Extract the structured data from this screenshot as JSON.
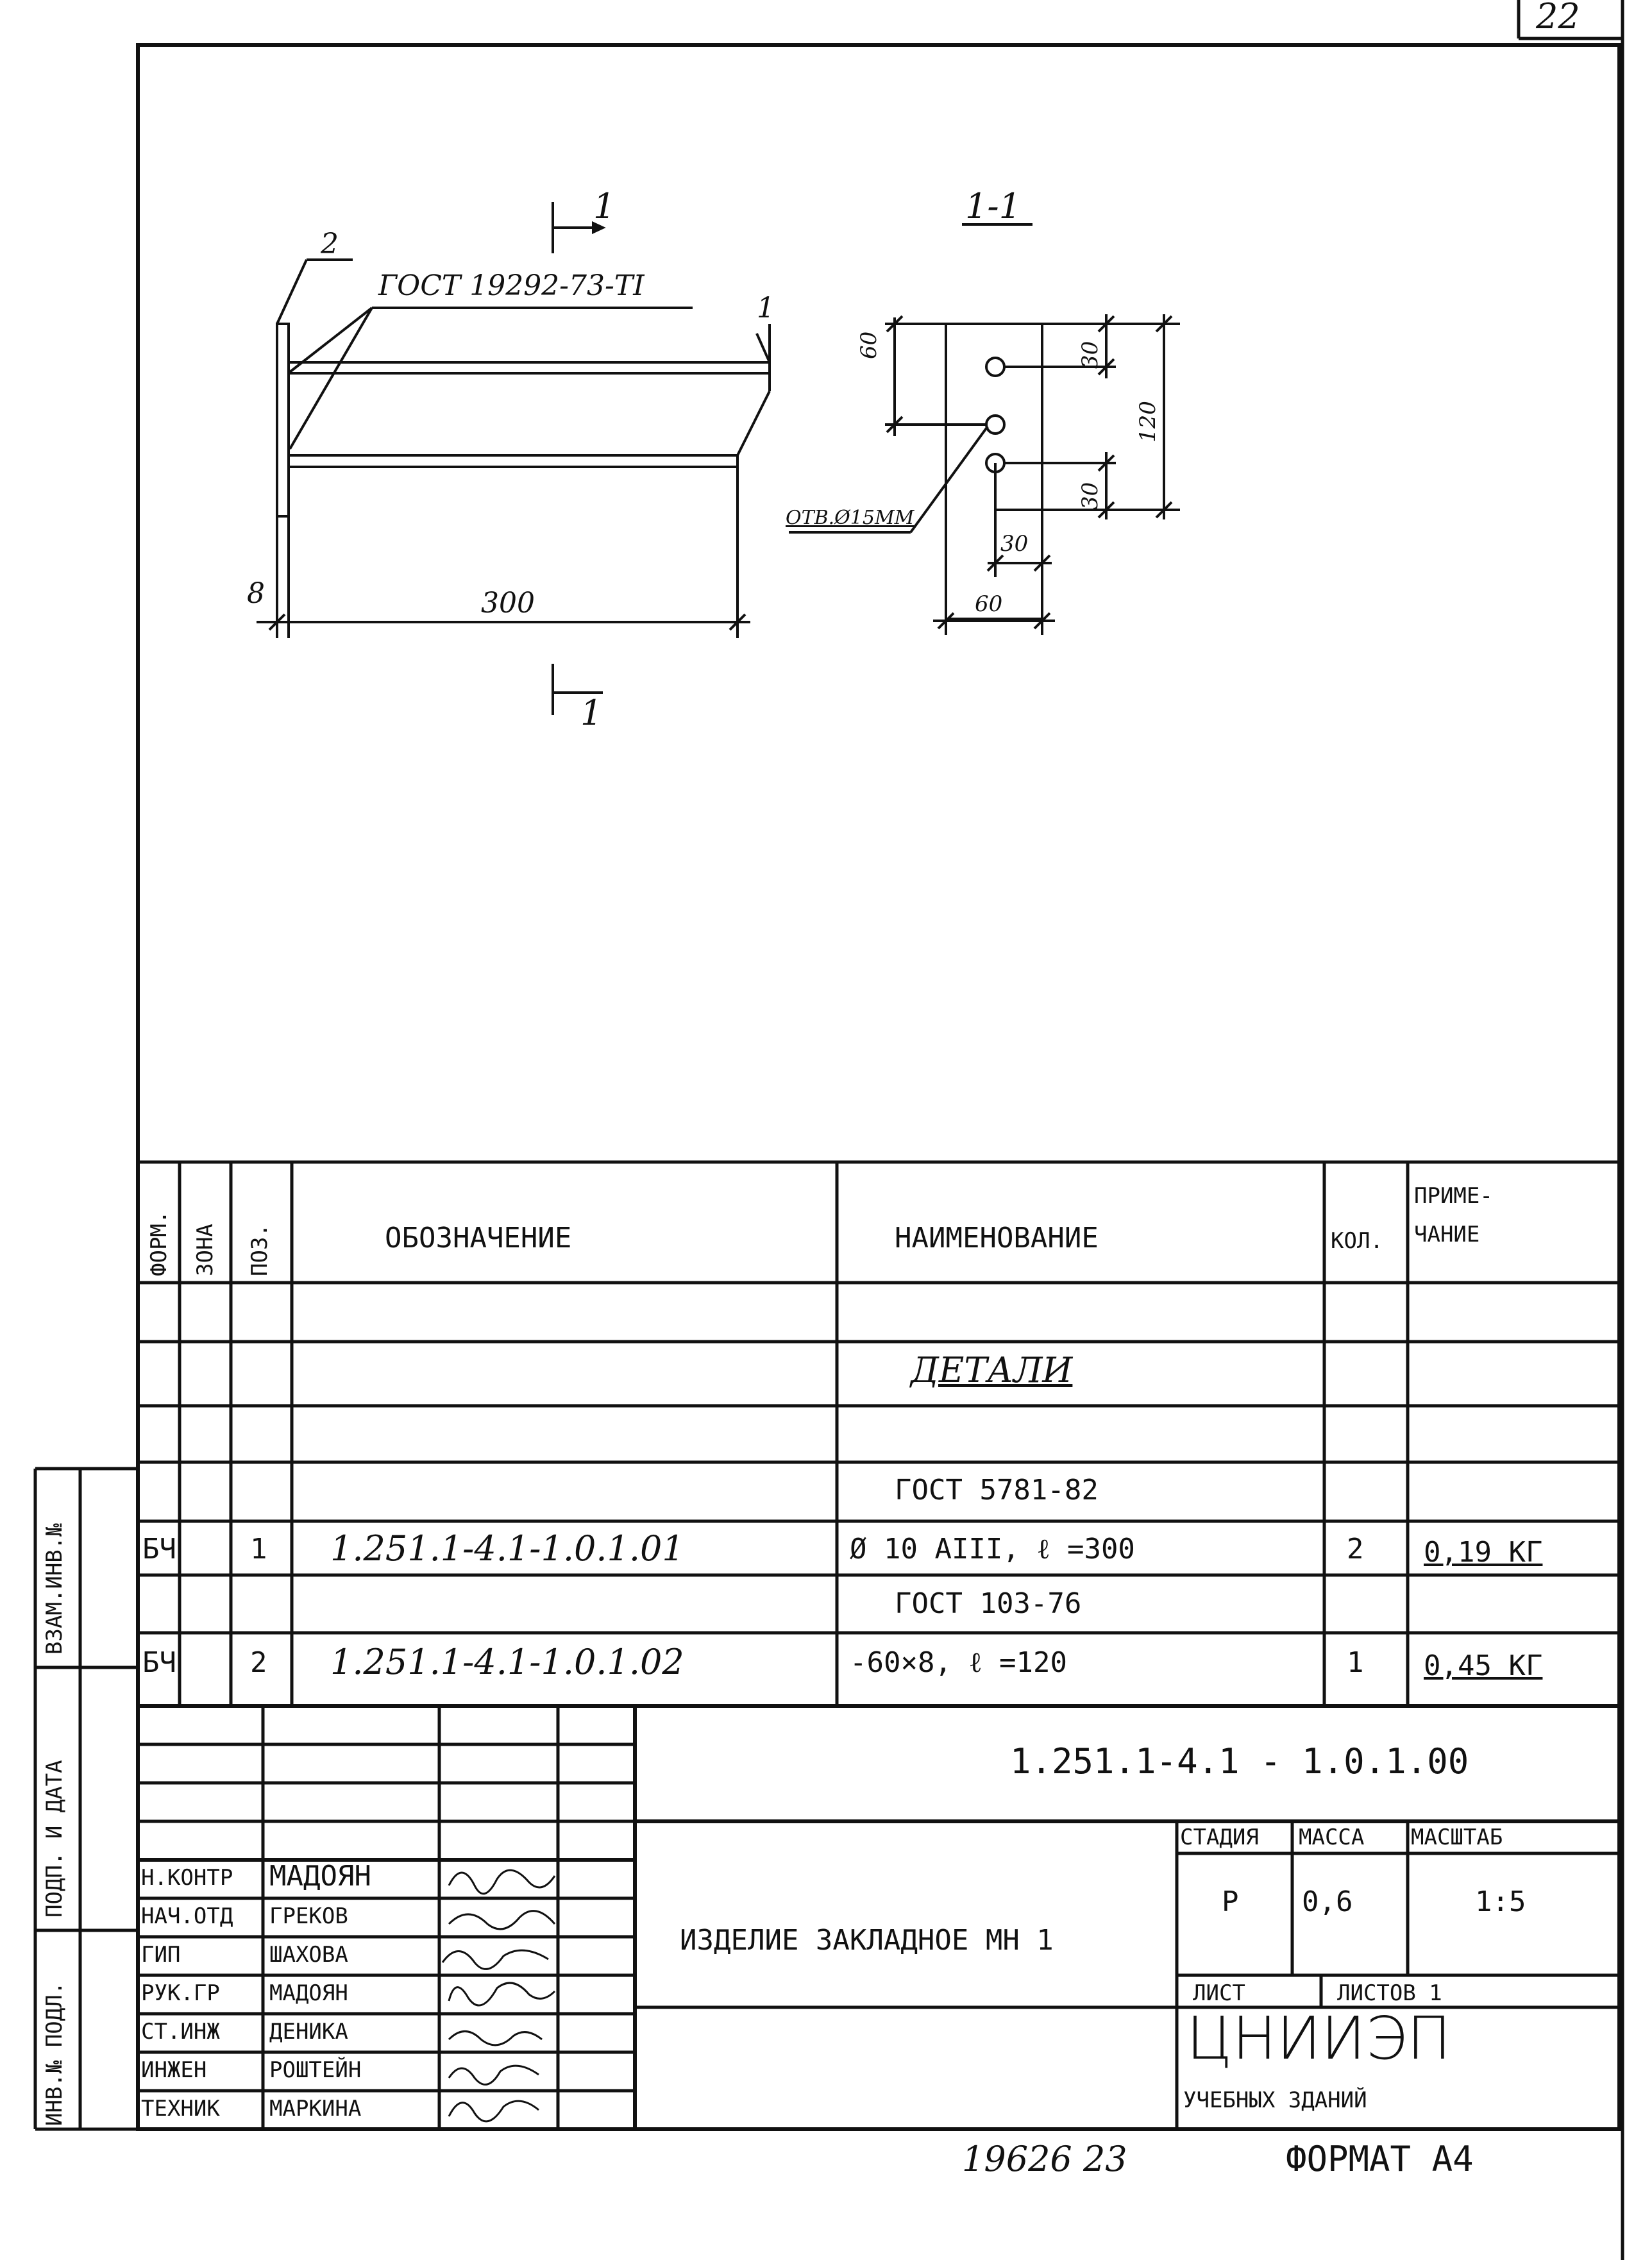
{
  "sheet": {
    "page_number": "22",
    "bottom_number": "19626 23",
    "format": "ФОРМАТ А4"
  },
  "drawing": {
    "section_mark": "1",
    "section_title": "1-1",
    "pos_label": "2",
    "gost_callout": "ГОСТ 19292-73-ТI",
    "dim_thickness": "8",
    "dim_length": "300",
    "dim_60_left": "60",
    "dim_30_top": "30",
    "dim_120": "120",
    "dim_30_bottom": "30",
    "dim_30_small": "30",
    "dim_60_bottom": "60",
    "hole_note": "ОТВ.Ø15ММ",
    "weld_mark": "1"
  },
  "spec": {
    "headers": {
      "form": "ФОРМ.",
      "zone": "ЗОНА",
      "pos": "ПОЗ.",
      "designation": "ОБОЗНАЧЕНИЕ",
      "name": "НАИМЕНОВАНИЕ",
      "qty": "КОЛ.",
      "note_1": "ПРИМЕ-",
      "note_2": "ЧАНИЕ"
    },
    "section_title": "ДЕТАЛИ",
    "rows": [
      {
        "form": "",
        "pos": "",
        "designation": "",
        "name": "ГОСТ 5781-82",
        "qty": "",
        "note": ""
      },
      {
        "form": "БЧ",
        "pos": "1",
        "designation": "1.251.1-4.1-1.0.1.01",
        "name": "Ø 10 АIII, ℓ =300",
        "qty": "2",
        "note": "0,19 КГ"
      },
      {
        "form": "",
        "pos": "",
        "designation": "",
        "name": "ГОСТ 103-76",
        "qty": "",
        "note": ""
      },
      {
        "form": "БЧ",
        "pos": "2",
        "designation": "1.251.1-4.1-1.0.1.02",
        "name": "-60×8, ℓ =120",
        "qty": "1",
        "note": "0,45 КГ"
      }
    ]
  },
  "title_block": {
    "doc_code": "1.251.1-4.1 - 1.0.1.00",
    "product_name": "ИЗДЕЛИЕ ЗАКЛАДНОЕ МН 1",
    "stage_label": "СТАДИЯ",
    "mass_label": "МАССА",
    "scale_label": "МАСШТАБ",
    "stage_value": "Р",
    "mass_value": "0,6",
    "scale_value": "1:5",
    "sheet_label": "ЛИСТ",
    "sheets_label": "ЛИСТОВ 1",
    "org_main": "ЦНИИЭП",
    "org_sub": "УЧЕБНЫХ ЗДАНИЙ",
    "signatures": [
      {
        "role": "Н.КОНТР",
        "name": "МАДОЯН"
      },
      {
        "role": "НАЧ.ОТД",
        "name": "ГРЕКОВ"
      },
      {
        "role": "ГИП",
        "name": "ШАХОВА"
      },
      {
        "role": "РУК.ГР",
        "name": "МАДОЯН"
      },
      {
        "role": "СТ.ИНЖ",
        "name": "ДЕНИКА"
      },
      {
        "role": "ИНЖЕН",
        "name": "РОШТЕЙН"
      },
      {
        "role": "ТЕХНИК",
        "name": "МАРКИНА"
      }
    ]
  },
  "side_stamp": {
    "label_1": "ВЗАМ.ИНВ.№",
    "label_2": "ПОДП. И ДАТА",
    "label_3": "ИНВ.№ ПОДЛ."
  }
}
